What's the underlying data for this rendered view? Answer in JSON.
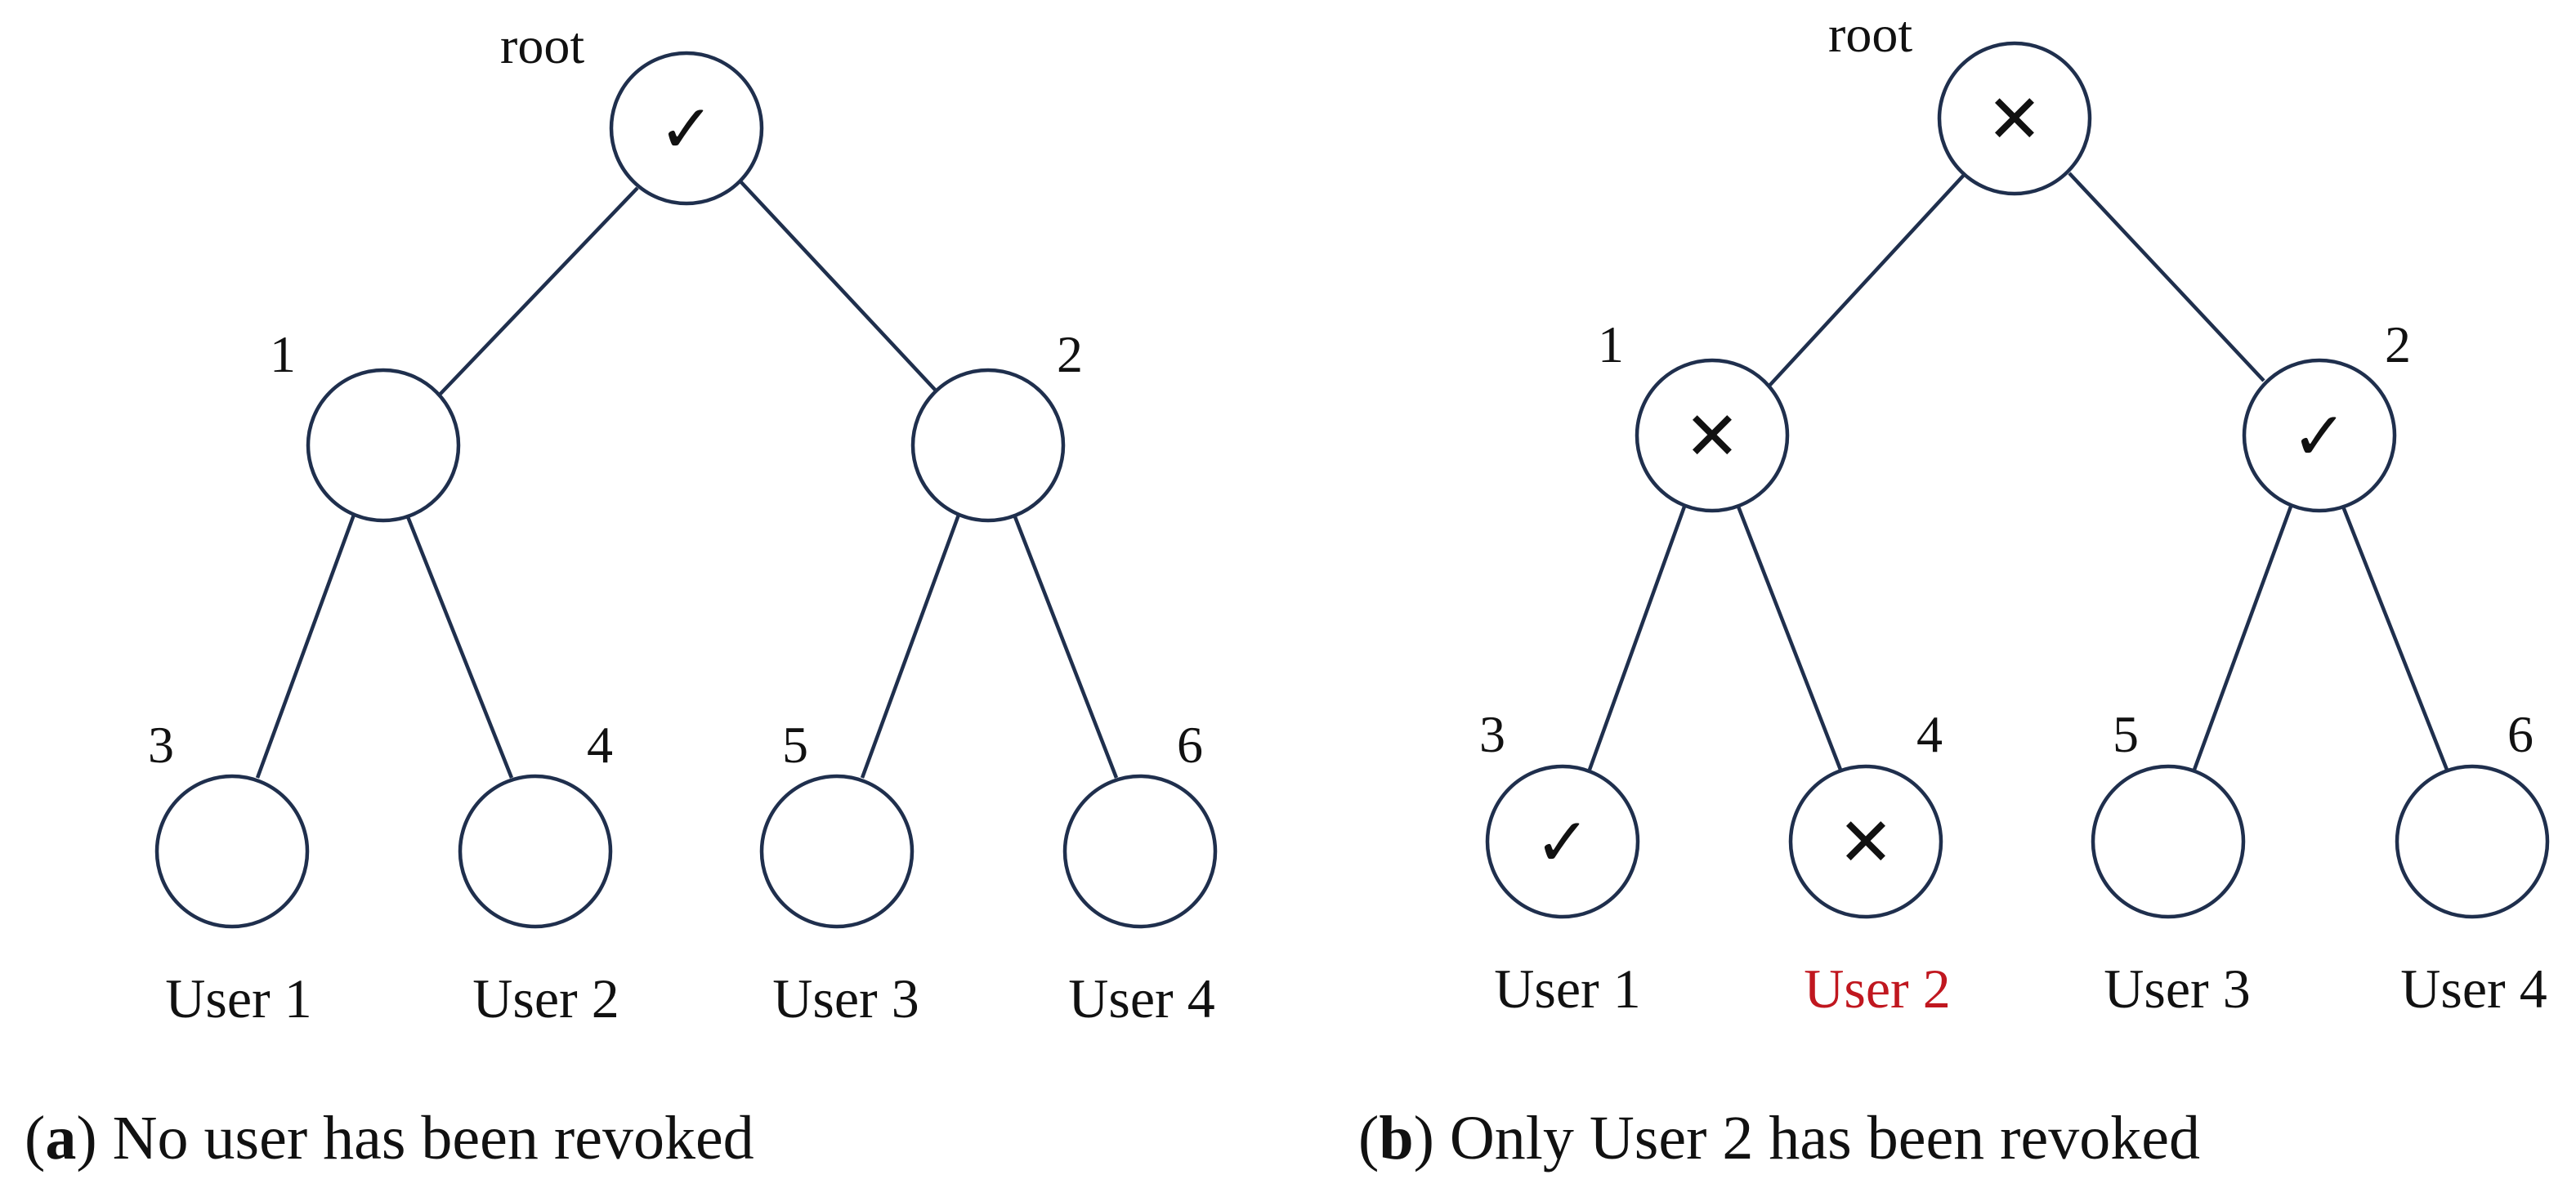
{
  "diagrams": [
    {
      "caption": {
        "letter": "a",
        "text": "No user has been revoked"
      },
      "nodes": [
        {
          "id": "root",
          "label": "root",
          "mark": "✓"
        },
        {
          "id": "1",
          "label": "1",
          "mark": ""
        },
        {
          "id": "2",
          "label": "2",
          "mark": ""
        },
        {
          "id": "3",
          "label": "3",
          "mark": ""
        },
        {
          "id": "4",
          "label": "4",
          "mark": ""
        },
        {
          "id": "5",
          "label": "5",
          "mark": ""
        },
        {
          "id": "6",
          "label": "6",
          "mark": ""
        }
      ],
      "users": [
        {
          "label": "User 1",
          "revoked": false
        },
        {
          "label": "User 2",
          "revoked": false
        },
        {
          "label": "User 3",
          "revoked": false
        },
        {
          "label": "User 4",
          "revoked": false
        }
      ]
    },
    {
      "caption": {
        "letter": "b",
        "text": "Only User 2 has been revoked"
      },
      "nodes": [
        {
          "id": "root",
          "label": "root",
          "mark": "✕"
        },
        {
          "id": "1",
          "label": "1",
          "mark": "✕"
        },
        {
          "id": "2",
          "label": "2",
          "mark": "✓"
        },
        {
          "id": "3",
          "label": "3",
          "mark": "✓"
        },
        {
          "id": "4",
          "label": "4",
          "mark": "✕"
        },
        {
          "id": "5",
          "label": "5",
          "mark": ""
        },
        {
          "id": "6",
          "label": "6",
          "mark": ""
        }
      ],
      "users": [
        {
          "label": "User 1",
          "revoked": false
        },
        {
          "label": "User 2",
          "revoked": true
        },
        {
          "label": "User 3",
          "revoked": false
        },
        {
          "label": "User 4",
          "revoked": false
        }
      ]
    }
  ],
  "colors": {
    "line": "#1f2f4d",
    "text": "#111111",
    "revoked": "#c0171f"
  }
}
